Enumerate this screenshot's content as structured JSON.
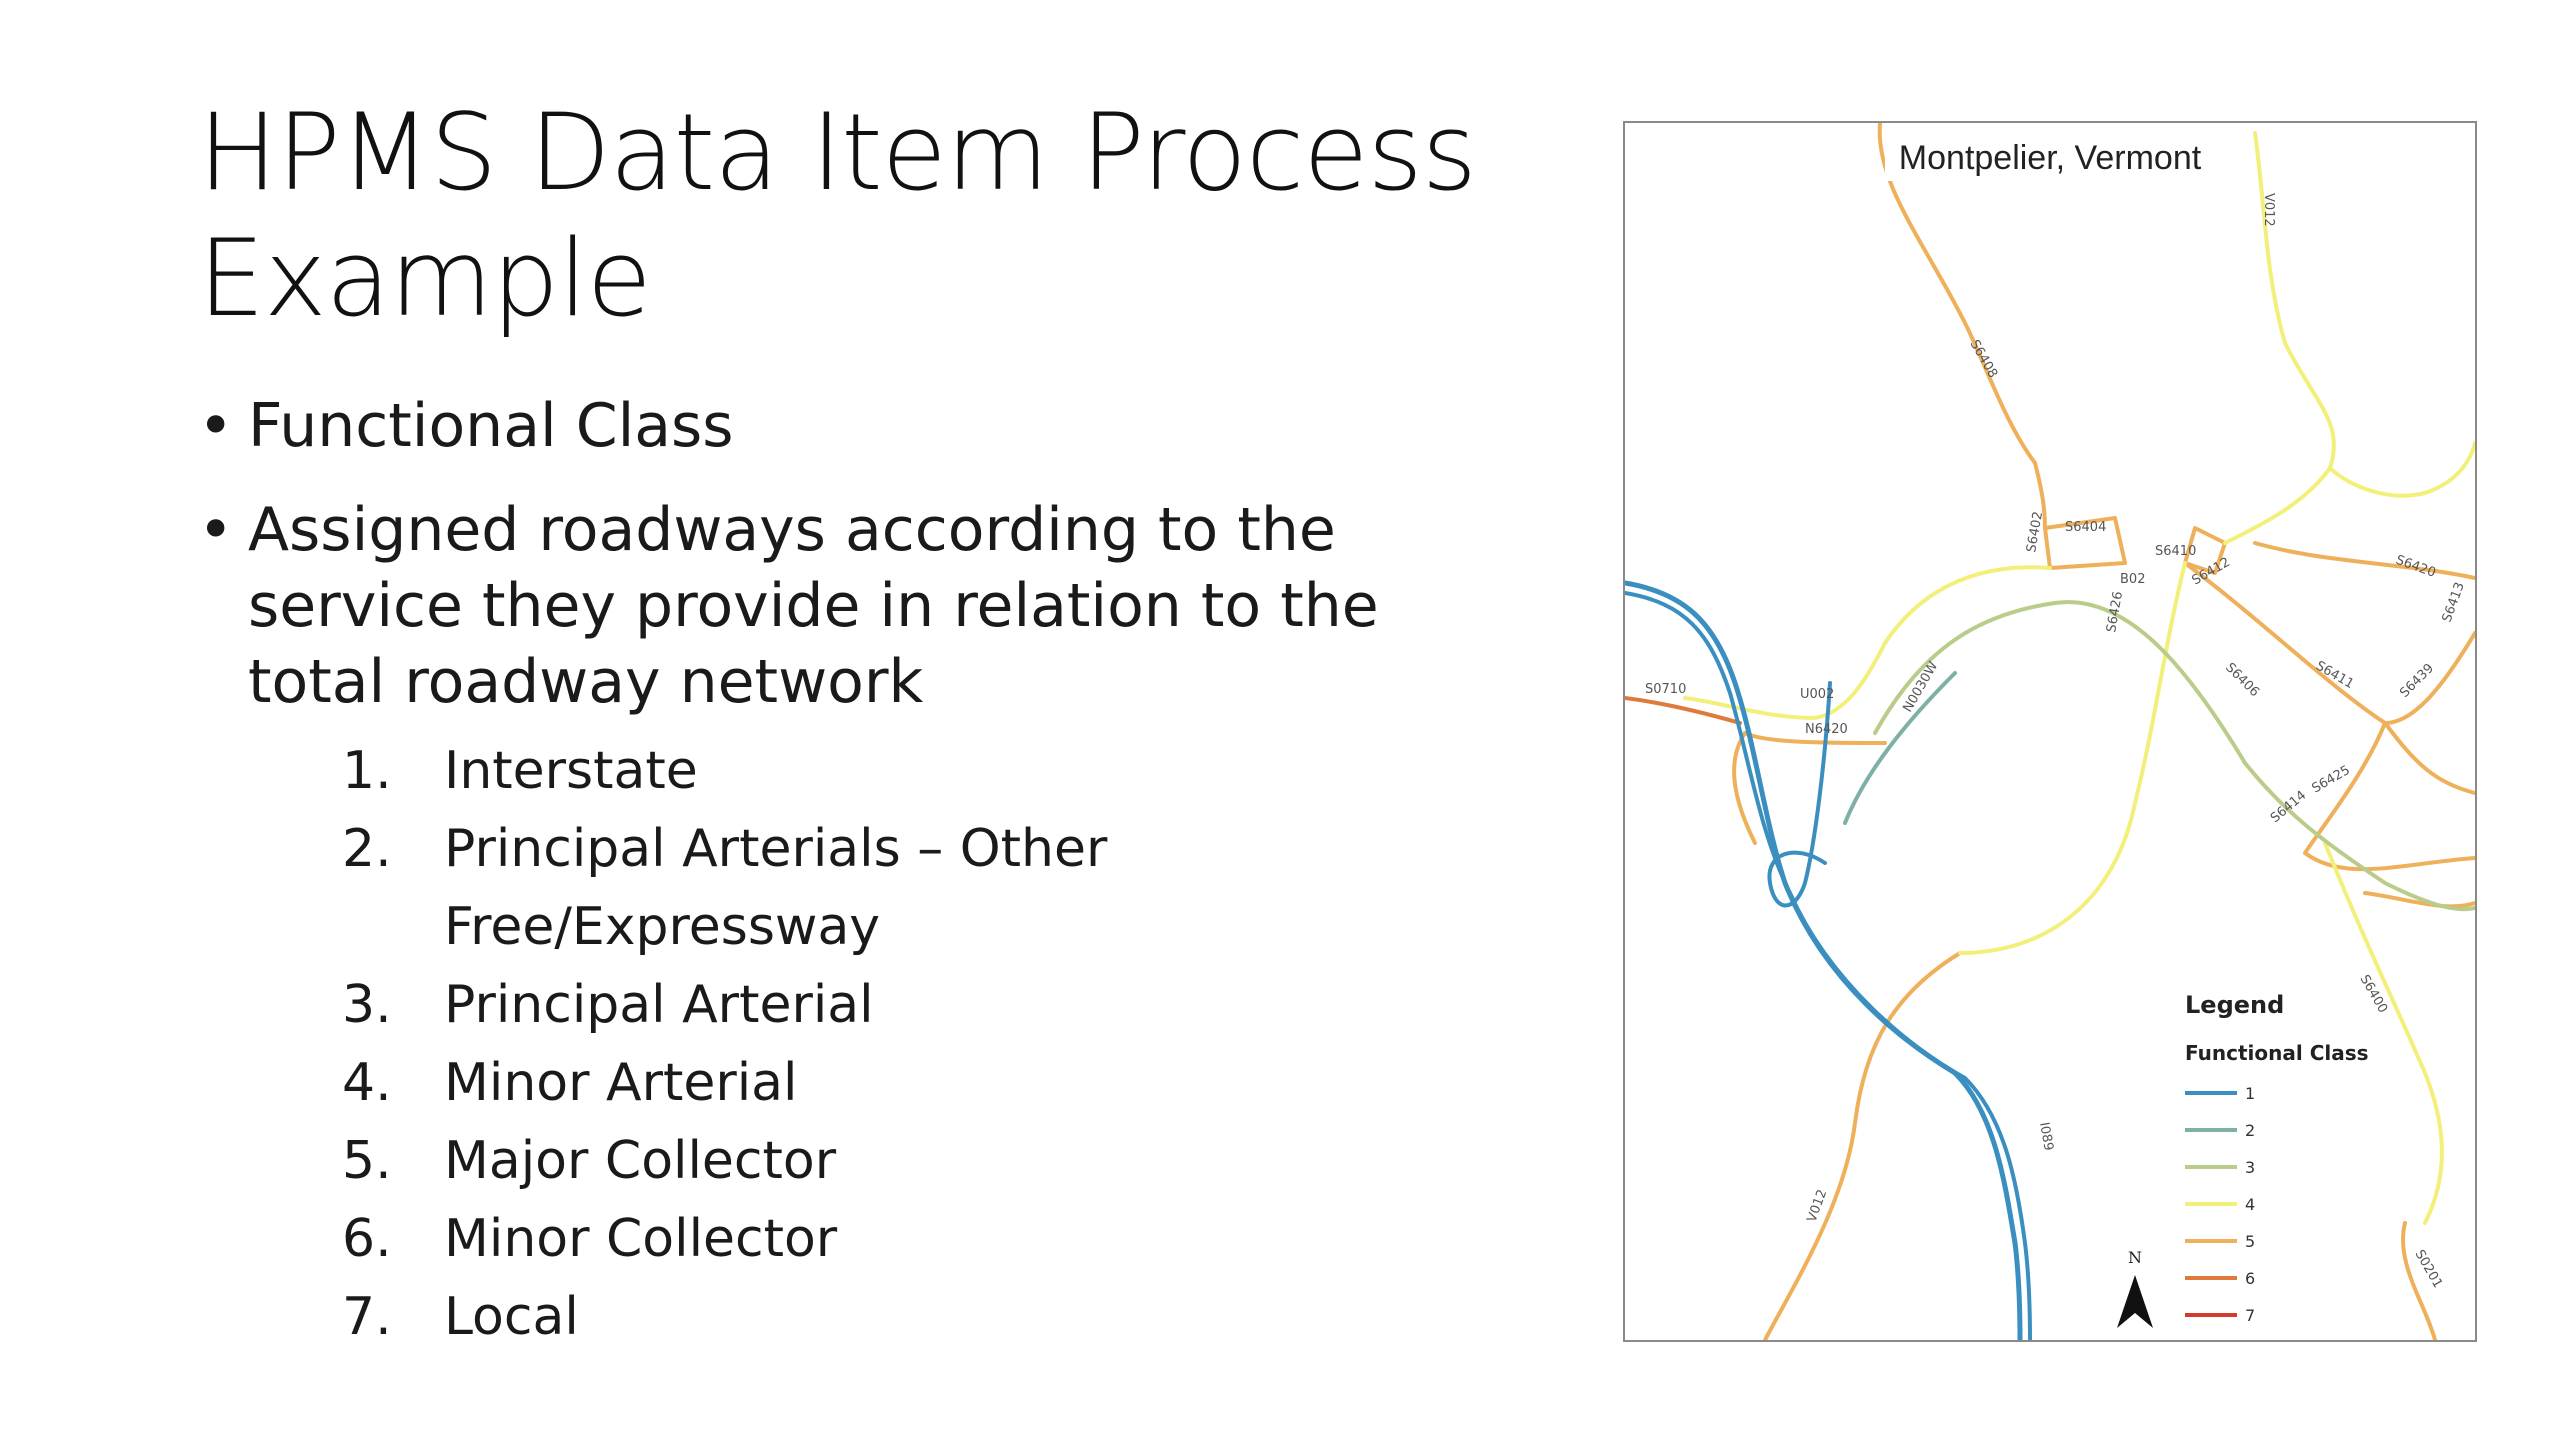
{
  "slide": {
    "title_line1": "HPMS Data Item Process",
    "title_line2": "Example",
    "bullets": [
      "Functional Class",
      "Assigned roadways according to the service they provide in relation to the total roadway network"
    ],
    "classes": [
      {
        "num": "1.",
        "label": "Interstate"
      },
      {
        "num": "2.",
        "label": "Principal Arterials – Other Free/Expressway"
      },
      {
        "num": "3.",
        "label": "Principal Arterial"
      },
      {
        "num": "4.",
        "label": "Minor Arterial"
      },
      {
        "num": "5.",
        "label": "Major Collector"
      },
      {
        "num": "6.",
        "label": "Minor Collector"
      },
      {
        "num": "7.",
        "label": "Local"
      }
    ]
  },
  "map": {
    "title": "Montpelier, Vermont",
    "legend_title": "Legend",
    "legend_subtitle": "Functional Class",
    "north_label": "N",
    "legend_items": [
      {
        "label": "1",
        "color": "#3a8fc0"
      },
      {
        "label": "2",
        "color": "#7fb0a8"
      },
      {
        "label": "3",
        "color": "#b9cc8a"
      },
      {
        "label": "4",
        "color": "#f2ef7a"
      },
      {
        "label": "5",
        "color": "#eeb05a"
      },
      {
        "label": "6",
        "color": "#e07a3a"
      },
      {
        "label": "7",
        "color": "#d43a2e"
      }
    ],
    "road_labels": [
      "V012",
      "S6408",
      "S6402",
      "S6404",
      "S6410",
      "B02",
      "S6412",
      "S6420",
      "S6413",
      "S6426",
      "S6406",
      "S6411",
      "S6439",
      "S0710",
      "U002",
      "N6420",
      "N0030W",
      "S6425",
      "S6414",
      "S6400",
      "I089",
      "V012",
      "S0201"
    ]
  }
}
